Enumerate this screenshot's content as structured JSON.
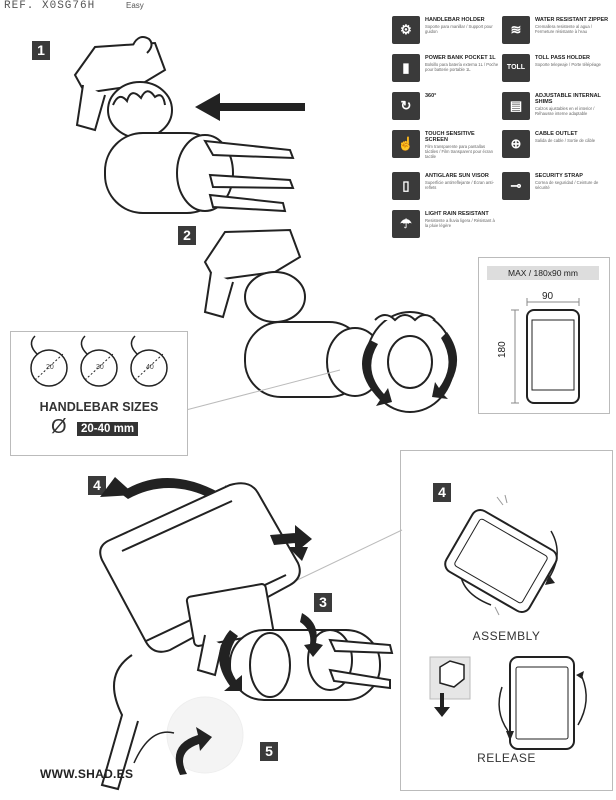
{
  "header": {
    "ref": "REF. X0SG76H",
    "difficulty": "Easy"
  },
  "steps": {
    "s1": "1",
    "s2": "2",
    "s3": "3",
    "s4a": "4",
    "s4b": "4",
    "s5": "5"
  },
  "features": [
    {
      "icon": "handlebar-holder-icon",
      "title": "HANDLEBAR HOLDER",
      "sub": "Soporte para manillar / Support pour guidon"
    },
    {
      "icon": "water-resistant-zipper-icon",
      "title": "WATER RESISTANT ZIPPER",
      "sub": "Cremallera resistente al agua / Fermeture résistante à l'eau"
    },
    {
      "icon": "power-bank-pocket-icon",
      "title": "POWER BANK POCKET 1L",
      "sub": "Bolsillo para batería externa 1L / Poche pour batterie portable 1L"
    },
    {
      "icon": "toll-pass-holder-icon",
      "title": "TOLL PASS HOLDER",
      "sub": "Soporte telepeaje / Porte télépéage"
    },
    {
      "icon": "rotate-360-icon",
      "title": "360°",
      "sub": ""
    },
    {
      "icon": "internal-shims-icon",
      "title": "ADJUSTABLE INTERNAL SHIMS",
      "sub": "Calzos ajustables en el interior / Réhausse interne adaptable"
    },
    {
      "icon": "touch-screen-icon",
      "title": "TOUCH SENSITIVE SCREEN",
      "sub": "Film transparente para pantallas táctiles / Film transparent pour écran tactile"
    },
    {
      "icon": "cable-outlet-icon",
      "title": "CABLE OUTLET",
      "sub": "Salida de cable / Sortie de câble"
    },
    {
      "icon": "antiglare-visor-icon",
      "title": "ANTIGLARE SUN VISOR",
      "sub": "Superficie antirreflejante / Écran anti-reflets"
    },
    {
      "icon": "security-strap-icon",
      "title": "SECURITY STRAP",
      "sub": "Correa de seguridad / Ceinture de sécurité"
    },
    {
      "icon": "light-rain-resistant-icon",
      "title": "LIGHT RAIN RESISTANT",
      "sub": "Resistente a lluvia ligera / Résistant à la pluie légère"
    }
  ],
  "max_size": {
    "label": "MAX / 180x90 mm",
    "width": "90",
    "height": "180"
  },
  "handlebar": {
    "title": "HANDLEBAR SIZES",
    "symbol": "Ø",
    "range": "20-40 mm",
    "dials": [
      "20",
      "30",
      "40"
    ]
  },
  "assembly": {
    "assembly_label": "ASSEMBLY",
    "release_label": "RELEASE"
  },
  "footer": {
    "url": "WWW.SHAD.ES"
  },
  "colors": {
    "dark": "#3a3a3a",
    "line": "#222222",
    "box_border": "#bbbbbb",
    "gray_fill": "#e6e6e6"
  }
}
